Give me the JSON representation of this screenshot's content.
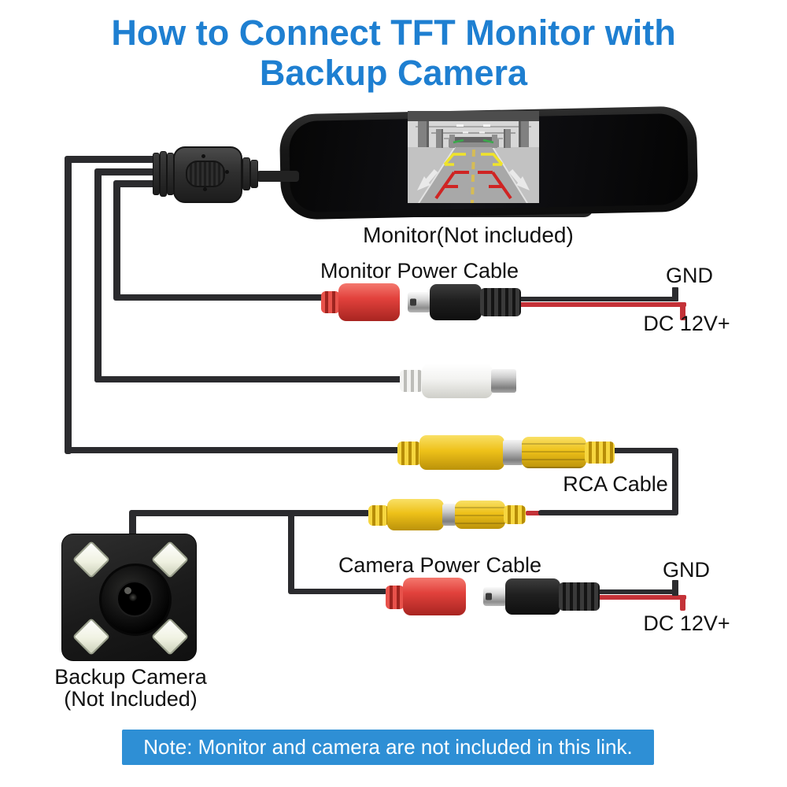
{
  "title": {
    "line1": "How to Connect TFT Monitor with",
    "line2": "Backup Camera"
  },
  "monitor": {
    "caption": "Monitor(Not included)"
  },
  "monitor_power": {
    "label": "Monitor Power Cable",
    "gnd": "GND",
    "dc": "DC 12V+"
  },
  "rca": {
    "label": "RCA Cable"
  },
  "camera_power": {
    "label": "Camera Power Cable",
    "gnd": "GND",
    "dc": "DC 12V+"
  },
  "camera": {
    "caption_line1": "Backup Camera",
    "caption_line2": "(Not Included)"
  },
  "note": {
    "text": "Note: Monitor and camera are not included in this link."
  },
  "colors": {
    "title_blue": "#1e7fd1",
    "note_bg": "#2e8fd5",
    "note_text": "#ffffff",
    "label_text": "#111111",
    "cable_black": "#2b2b2e",
    "wire_red": "#c43238",
    "connector_red": "#e2413c",
    "connector_yellow": "#eec119",
    "connector_white": "#f3f3f1"
  }
}
